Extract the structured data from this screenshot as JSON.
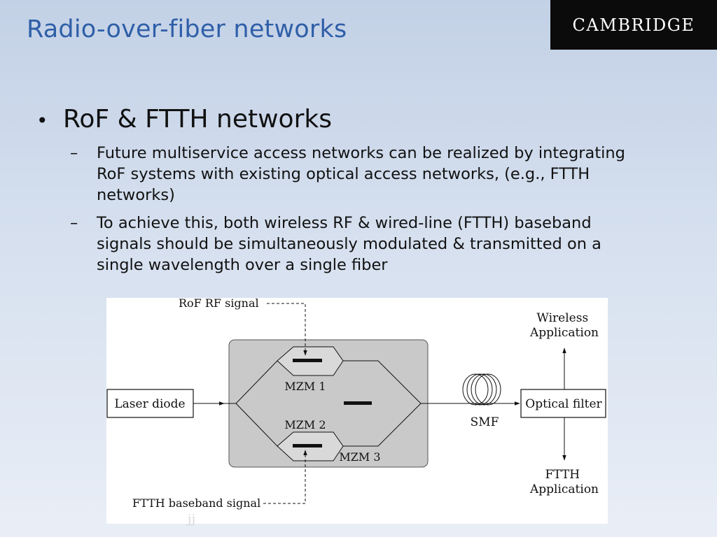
{
  "slide": {
    "title": "Radio-over-fiber networks",
    "logo": "CAMBRIDGE",
    "bullet": {
      "symbol": "•",
      "heading": "RoF & FTTH networks",
      "items": [
        {
          "symbol": "–",
          "text": "Future multiservice access networks can be realized by integrating RoF systems with existing optical access networks, (e.g., FTTH networks)"
        },
        {
          "symbol": "–",
          "text": "To achieve this, both wireless RF & wired-line (FTTH) baseband signals should be simultaneously modulated & transmitted on a single wavelength over a single fiber"
        }
      ]
    }
  },
  "diagram": {
    "rof_rf_signal": "RoF RF signal",
    "ftth_baseband_signal": "FTTH baseband signal",
    "laser_diode": "Laser diode",
    "mzm1": "MZM 1",
    "mzm2": "MZM 2",
    "mzm3": "MZM 3",
    "smf": "SMF",
    "optical_filter": "Optical filter",
    "wireless_application": [
      "Wireless",
      "Application"
    ],
    "ftth_application": [
      "FTTH",
      "Application"
    ]
  },
  "footer": {
    "mark": "jj"
  },
  "colors": {
    "title": "#2f5fa8",
    "modulator_box": "#c9c9c9",
    "logo_background": "#0b0b0b"
  }
}
